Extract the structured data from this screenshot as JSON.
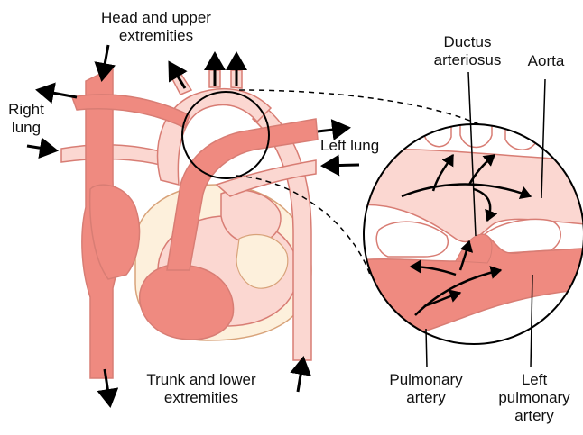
{
  "labels": {
    "head_line1": "Head and upper",
    "head_line2": "extremities",
    "right_lung_line1": "Right",
    "right_lung_line2": "lung",
    "left_lung": "Left lung",
    "trunk_line1": "Trunk and lower",
    "trunk_line2": "extremities",
    "ductus_line1": "Ductus",
    "ductus_line2": "arteriosus",
    "aorta": "Aorta",
    "pulmonary_line1": "Pulmonary",
    "pulmonary_line2": "artery",
    "left_pulmonary_line1": "Left",
    "left_pulmonary_line2": "pulmonary",
    "left_pulmonary_line3": "artery"
  },
  "colors": {
    "vessel_dark": "#ef8a80",
    "vessel_light": "#fbd7d1",
    "vessel_outline": "#d87d74",
    "heart_cream": "#fdf0dc",
    "arrow": "#000000"
  }
}
